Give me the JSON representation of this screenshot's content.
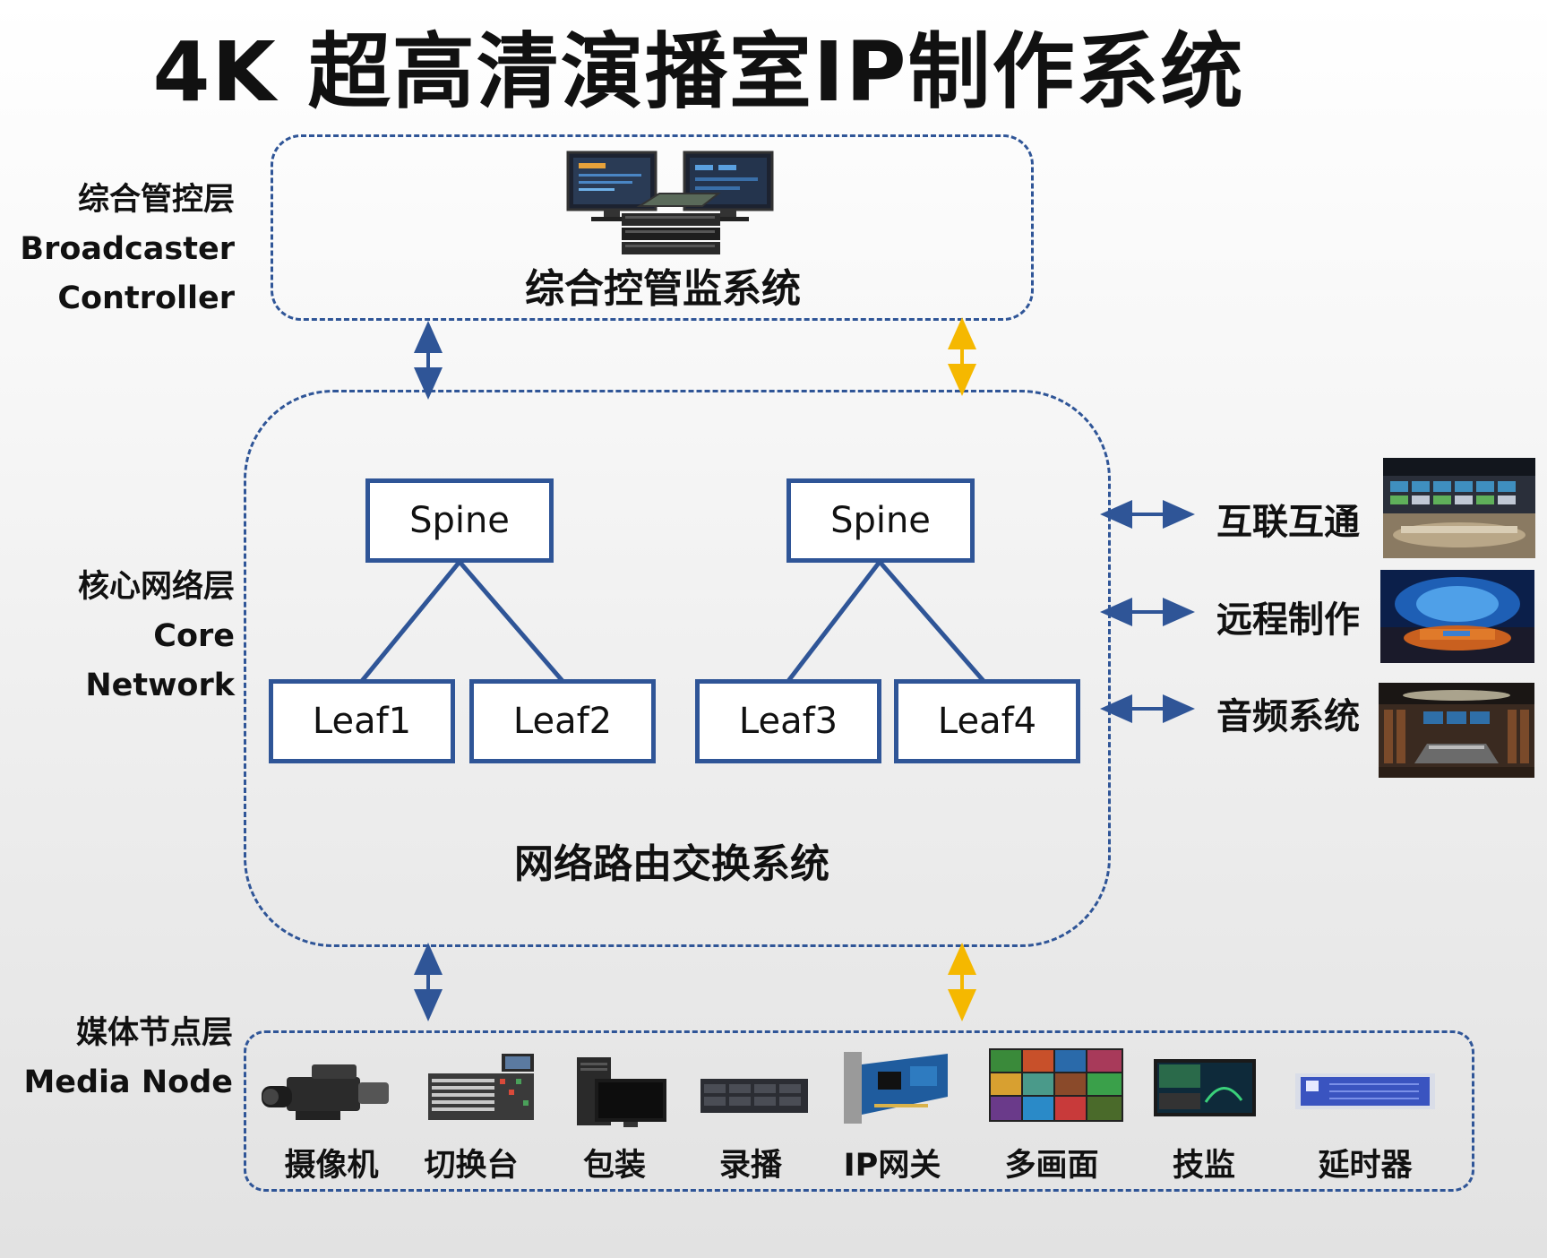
{
  "title": "4K 超高清演播室IP制作系统",
  "layers": {
    "top": {
      "cn": "综合管控层",
      "en1": "Broadcaster",
      "en2": "Controller"
    },
    "core": {
      "cn": "核心网络层",
      "en": "Core Network"
    },
    "media": {
      "cn": "媒体节点层",
      "en": "Media Node"
    }
  },
  "control_system": {
    "label": "综合控管监系统"
  },
  "network_system": {
    "label": "网络路由交换系统",
    "spines": [
      "Spine",
      "Spine"
    ],
    "leaves": [
      "Leaf1",
      "Leaf2",
      "Leaf3",
      "Leaf4"
    ]
  },
  "external": [
    {
      "label": "互联互通",
      "image": "control-room-photo"
    },
    {
      "label": "远程制作",
      "image": "news-studio-photo"
    },
    {
      "label": "音频系统",
      "image": "audio-studio-photo"
    }
  ],
  "media_nodes": [
    {
      "label": "摄像机",
      "icon": "camera-icon"
    },
    {
      "label": "切换台",
      "icon": "switcher-icon"
    },
    {
      "label": "包装",
      "icon": "workstation-icon"
    },
    {
      "label": "录播",
      "icon": "recorder-icon"
    },
    {
      "label": "IP网关",
      "icon": "gateway-card-icon"
    },
    {
      "label": "多画面",
      "icon": "multiviewer-icon"
    },
    {
      "label": "技监",
      "icon": "monitor-icon"
    },
    {
      "label": "延时器",
      "icon": "delay-unit-icon"
    }
  ],
  "colors": {
    "line": "#2f5597",
    "arrow_blue": "#2f5597",
    "arrow_yellow": "#f5b800"
  }
}
